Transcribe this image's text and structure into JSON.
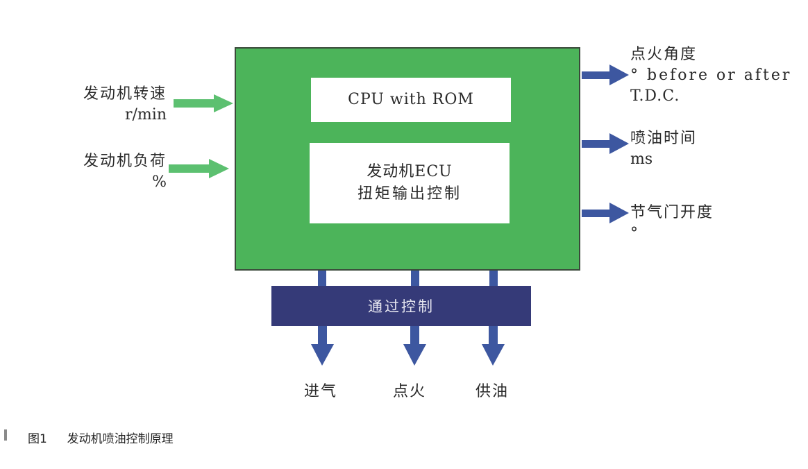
{
  "inputs": [
    {
      "label": "发动机转速",
      "unit": "r/min"
    },
    {
      "label": "发动机负荷",
      "unit": "%"
    }
  ],
  "ecu": {
    "cpu_label": "CPU with ROM",
    "module_line1": "发动机ECU",
    "module_line2": "扭矩输出控制"
  },
  "outputs": [
    {
      "label": "点火角度",
      "unit_line1": "° before or after",
      "unit_line2": "T.D.C."
    },
    {
      "label": "喷油时间",
      "unit_line1": "ms",
      "unit_line2": ""
    },
    {
      "label": "节气门开度",
      "unit_line1": "°",
      "unit_line2": ""
    }
  ],
  "control_bar": {
    "label": "通过控制"
  },
  "actuators": [
    "进气",
    "点火",
    "供油"
  ],
  "caption": {
    "figure_no": "图1",
    "title": "发动机喷油控制原理"
  },
  "colors": {
    "ecu_fill": "#4cb45a",
    "input_arrow": "#5cc070",
    "output_arrow": "#3d57a0",
    "control_bar": "#353a78"
  }
}
